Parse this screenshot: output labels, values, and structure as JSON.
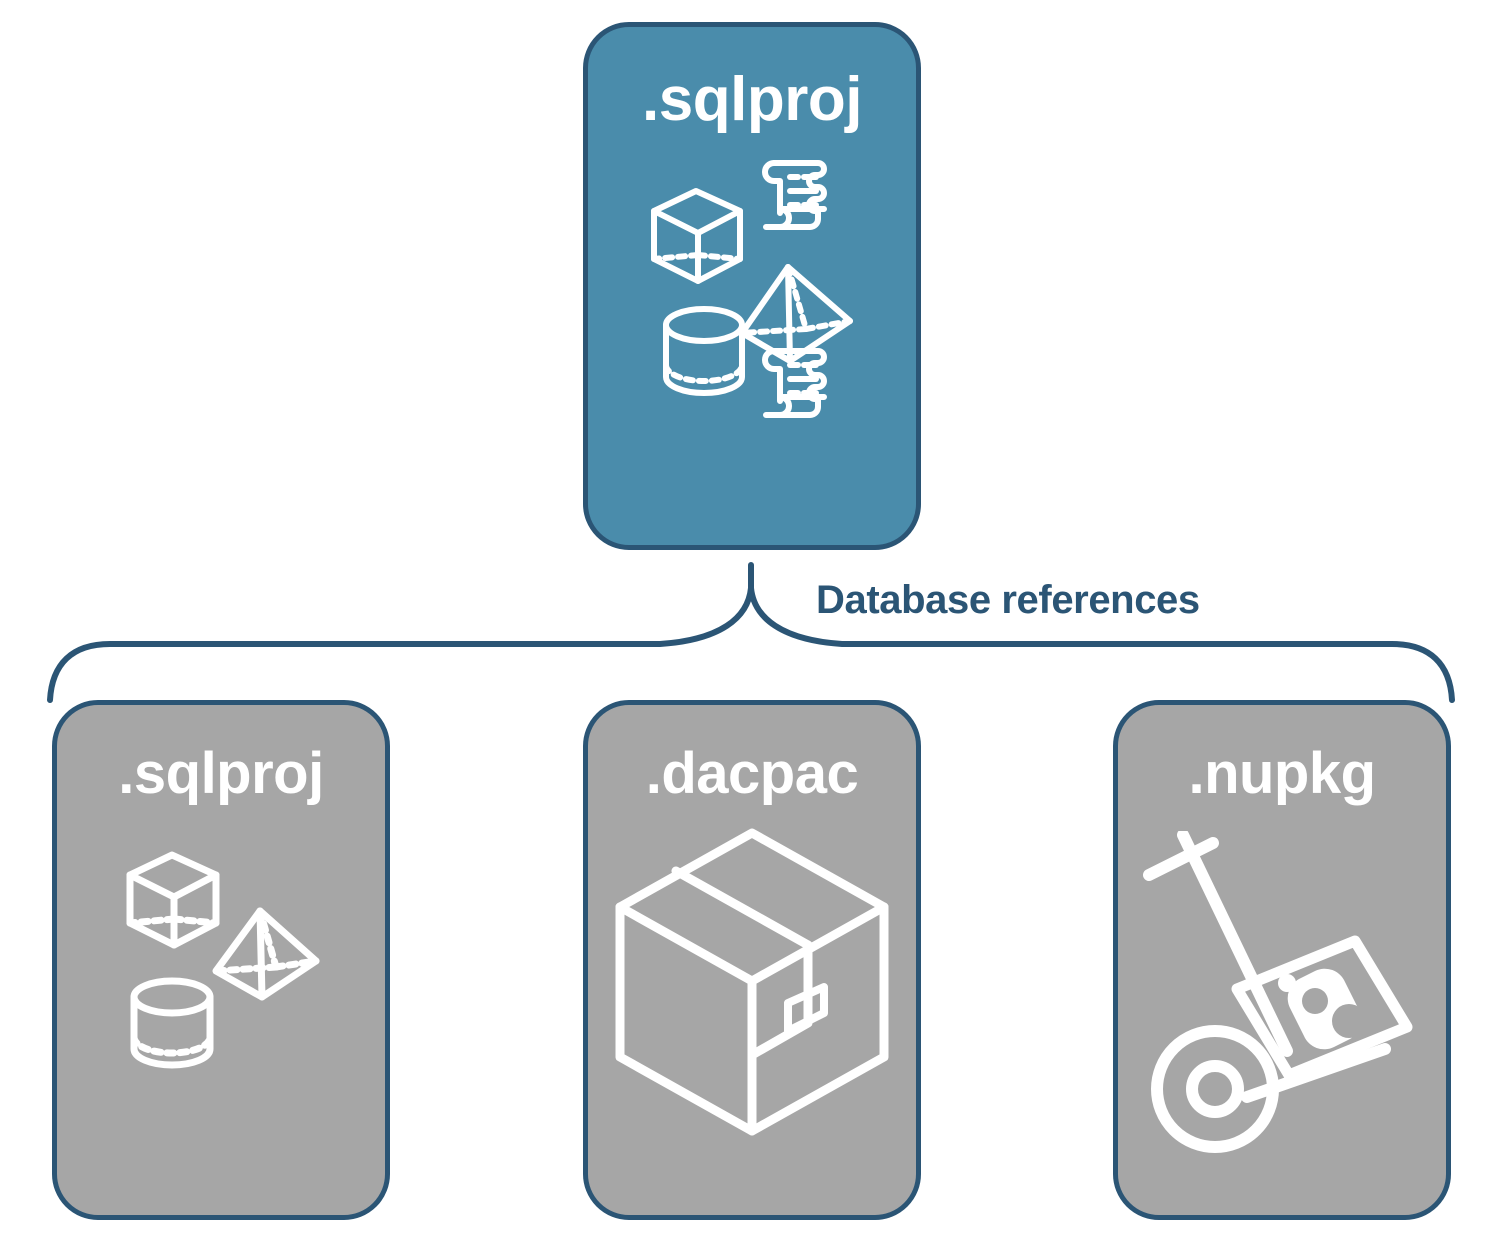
{
  "diagram": {
    "title": "Database references",
    "colors": {
      "primary_fill": "#4a8cab",
      "secondary_fill": "#a6a6a6",
      "border": "#2b5575",
      "icon_stroke": "#ffffff",
      "label_text": "#2b5575",
      "background": "#ffffff"
    },
    "root": {
      "label": ".sqlproj",
      "icons": [
        "cube-icon",
        "pyramid-icon",
        "cylinder-icon",
        "scroll-icon",
        "scroll-icon"
      ]
    },
    "connector": {
      "label": "Database references",
      "style": "curly-brace",
      "branches": 3
    },
    "references": [
      {
        "label": ".sqlproj",
        "icons": [
          "cube-icon",
          "pyramid-icon",
          "cylinder-icon"
        ]
      },
      {
        "label": ".dacpac",
        "icons": [
          "package-box-icon"
        ]
      },
      {
        "label": ".nupkg",
        "icons": [
          "hand-truck-icon",
          "nuget-package-icon"
        ]
      }
    ]
  }
}
